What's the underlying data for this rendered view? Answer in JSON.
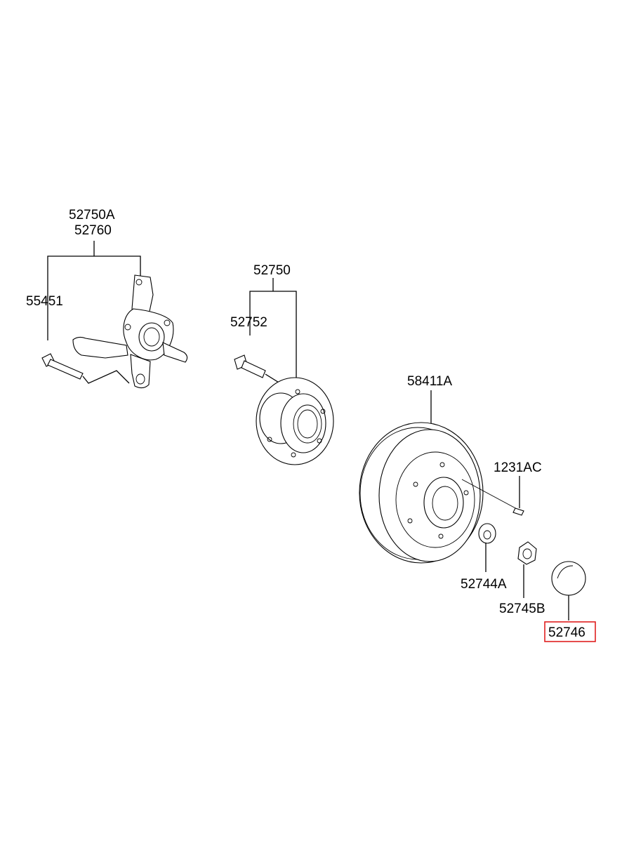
{
  "labels": {
    "knuckle_a": "52750A",
    "knuckle_b": "52760",
    "bolt": "55451",
    "hub": "52750",
    "hub_bolt": "52752",
    "drum": "58411A",
    "screw": "1231AC",
    "washer": "52744A",
    "nut": "52745B",
    "cap": "52746"
  },
  "highlight": {
    "part": "52746",
    "color": "#e02020"
  },
  "colors": {
    "background": "#ffffff",
    "line": "#000000"
  }
}
